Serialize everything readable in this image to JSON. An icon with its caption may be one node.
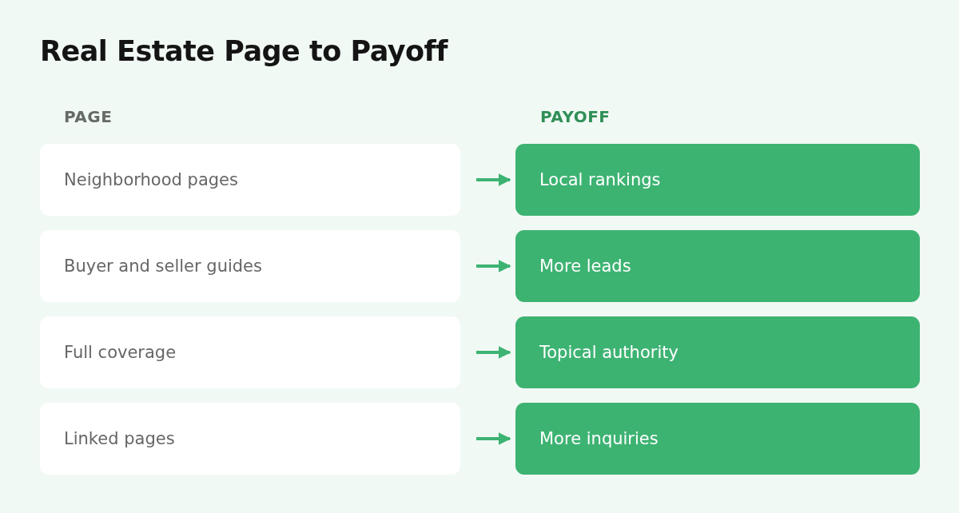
{
  "diagram": {
    "title": "Real Estate Page to Payoff",
    "nodes": [
      {
        "text": [
          "Neighborhood pages"
        ]
      },
      {
        "text": [
          "Local rankings"
        ]
      },
      {
        "text": [
          "Buyer and seller guides"
        ]
      },
      {
        "text": [
          "More leads"
        ]
      },
      {
        "text": [
          "Full coverage"
        ]
      },
      {
        "text": [
          "Topical authority"
        ]
      },
      {
        "text": [
          "Linked pages"
        ]
      },
      {
        "text": [
          "More inquiries"
        ]
      }
    ],
    "edges": [
      {
        "from": 0,
        "to": 1,
        "arrow": "to"
      },
      {
        "from": 2,
        "to": 3,
        "arrow": "to"
      },
      {
        "from": 4,
        "to": 5,
        "arrow": "to"
      },
      {
        "from": 6,
        "to": 7,
        "arrow": "to"
      }
    ],
    "labels": [
      "PAGE",
      "PAYOFF"
    ]
  }
}
